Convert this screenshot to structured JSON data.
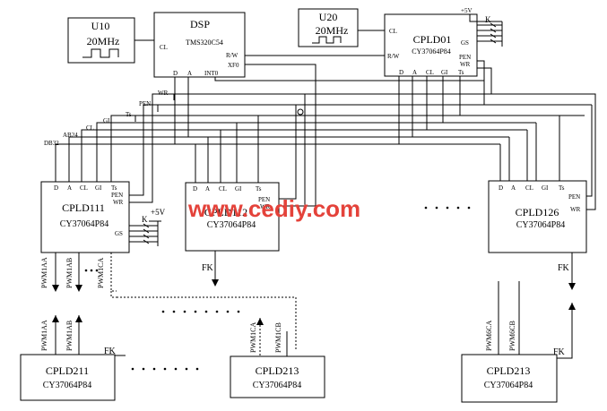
{
  "oscillators": {
    "u10": {
      "name": "U10",
      "freq": "20MHz"
    },
    "u20": {
      "name": "U20",
      "freq": "20MHz"
    }
  },
  "dsp": {
    "title": "DSP",
    "part": "TMS320C54",
    "pins": {
      "cl": "CL",
      "rw": "R/W",
      "xf0": "XF0",
      "d": "D",
      "a": "A",
      "int0": "INT0"
    }
  },
  "cpld01": {
    "title": "CPLD01",
    "part": "CY37064P84",
    "pins": {
      "cl": "CL",
      "rw": "R/W",
      "gs": "GS",
      "pen": "PEN",
      "wr": "WR",
      "d": "D",
      "a": "A",
      "cl2": "CL",
      "gi": "GI",
      "ts": "Ts"
    },
    "plus5v": "+5V",
    "k": "K"
  },
  "buses": {
    "wr": "WR",
    "pen": "PEN",
    "ts": "Ts",
    "gi": "GI",
    "cl": "CL",
    "ab24": "AB24",
    "db32": "DB32"
  },
  "cpld111": {
    "title": "CPLD111",
    "part": "CY37064P84",
    "pins": {
      "d": "D",
      "a": "A",
      "cl": "CL",
      "gi": "GI",
      "ts": "Ts",
      "pen": "PEN",
      "wr": "WR",
      "gs": "GS"
    },
    "plus5v": "+5V",
    "k": "K",
    "out1": "PWM1AA",
    "out2": "PWM1AB",
    "out3": "PWM1CA"
  },
  "cpld112": {
    "title": "CPLD112",
    "part": "CY37064P84",
    "pins": {
      "d": "D",
      "a": "A",
      "cl": "CL",
      "gi": "GI",
      "ts": "Ts",
      "pen": "PEN",
      "wr": "WR"
    },
    "fk": "FK"
  },
  "cpld126": {
    "title": "CPLD126",
    "part": "CY37064P84",
    "pins": {
      "d": "D",
      "a": "A",
      "cl": "CL",
      "gi": "GI",
      "ts": "Ts",
      "pen": "PEN",
      "wr": "WR"
    },
    "fk": "FK"
  },
  "cpld211": {
    "title": "CPLD211",
    "part": "CY37064P84",
    "in1": "PWM1AA",
    "in2": "PWM1AB",
    "fk": "FK"
  },
  "cpld213a": {
    "title": "CPLD213",
    "part": "CY37064P84",
    "in1": "PWM1CA",
    "in2": "PWM1CB"
  },
  "cpld213b": {
    "title": "CPLD213",
    "part": "CY37064P84",
    "in1": "PWM6CA",
    "in2": "PWM6CB",
    "fk": "FK"
  },
  "watermark": "www.cediy.com"
}
